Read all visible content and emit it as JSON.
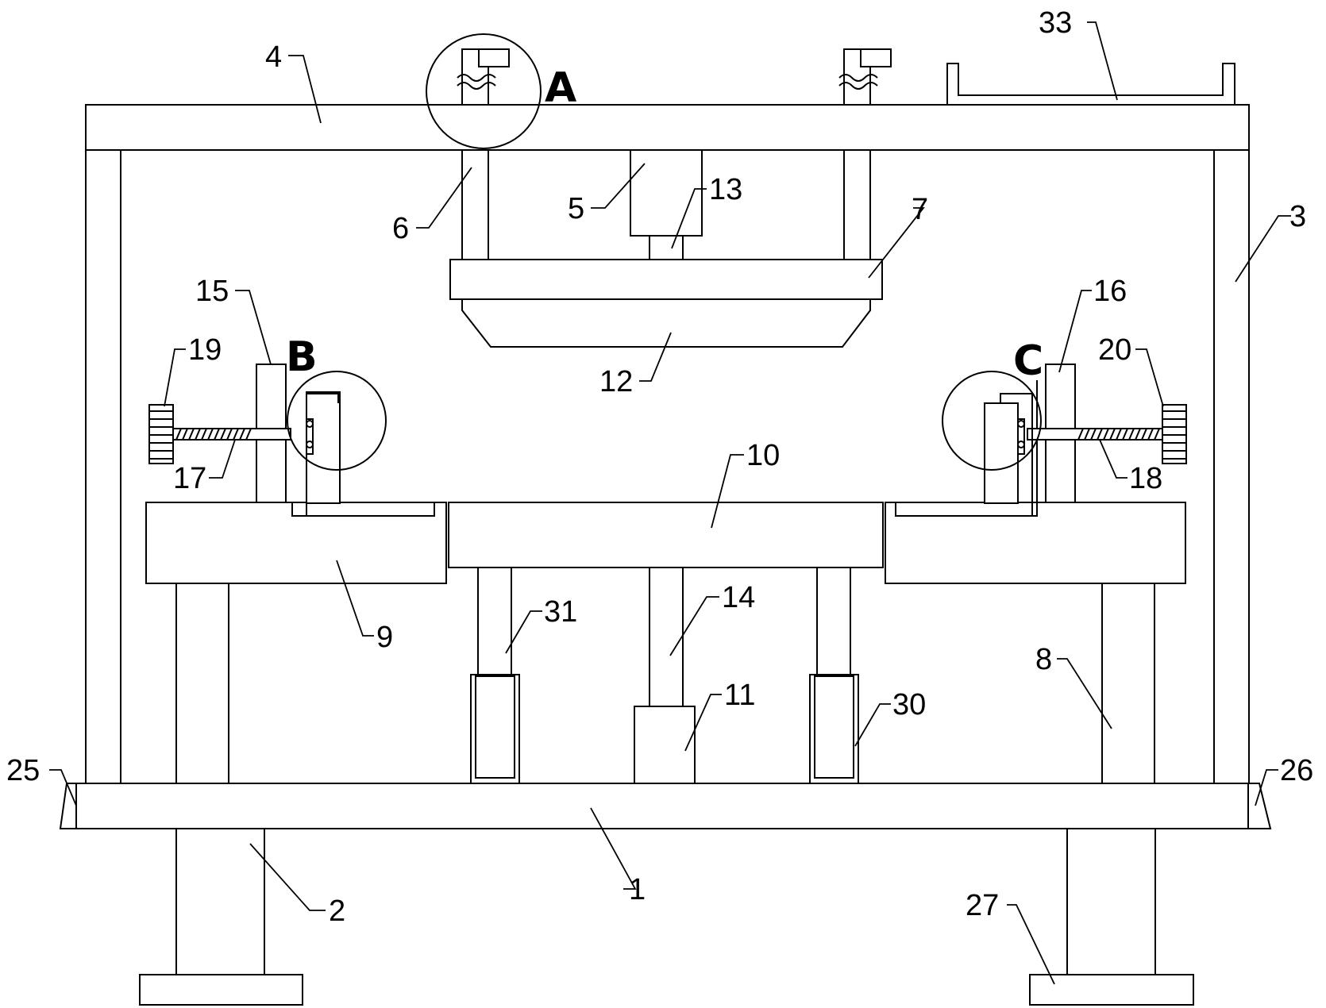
{
  "callouts": {
    "n1": "1",
    "n2": "2",
    "n3": "3",
    "n4": "4",
    "n5": "5",
    "n6": "6",
    "n7": "7",
    "n8": "8",
    "n9": "9",
    "n10": "10",
    "n11": "11",
    "n12": "12",
    "n13": "13",
    "n14": "14",
    "n15": "15",
    "n16": "16",
    "n17": "17",
    "n18": "18",
    "n19": "19",
    "n20": "20",
    "n25": "25",
    "n26": "26",
    "n27": "27",
    "n30": "30",
    "n31": "31",
    "n33": "33"
  },
  "detail_views": {
    "a": "A",
    "b": "B",
    "c": "C"
  },
  "colors": {
    "line": "#000000",
    "background": "#ffffff"
  }
}
